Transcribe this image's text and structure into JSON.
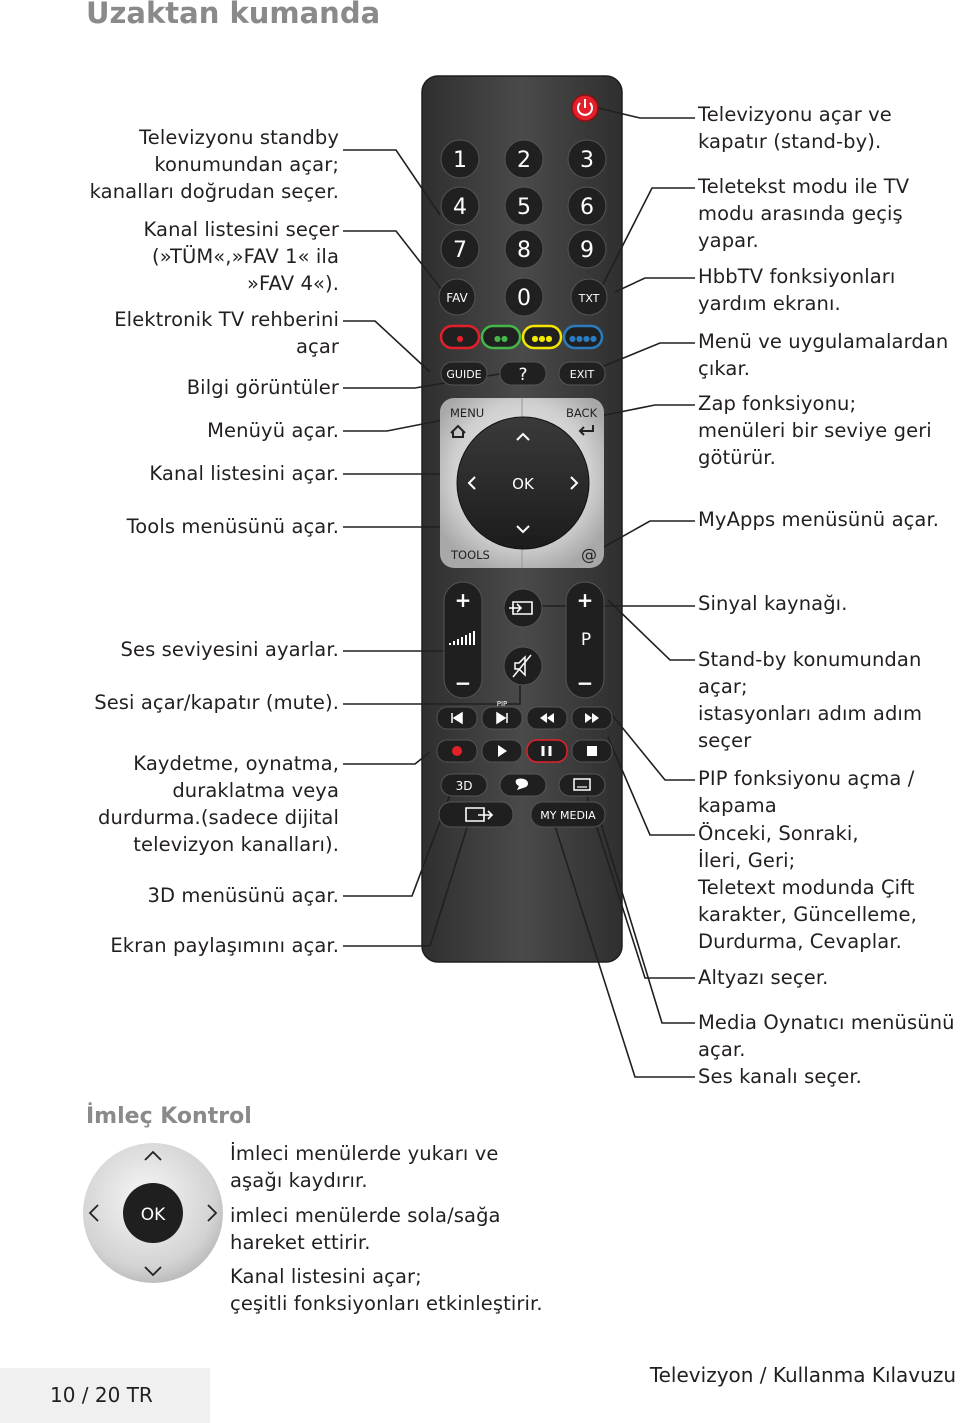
{
  "page_title": "Uzaktan kumanda",
  "left_annotations": [
    {
      "lines": [
        "Televizyonu standby",
        "konumundan açar;",
        "kanalları doğrudan seçer."
      ]
    },
    {
      "lines": [
        "Kanal listesini seçer",
        "(»TÜM«,»FAV 1« ila",
        "»FAV 4«)."
      ]
    },
    {
      "lines": [
        "Elektronik TV rehberini",
        "açar"
      ]
    },
    {
      "lines": [
        "Bilgi görüntüler"
      ]
    },
    {
      "lines": [
        "Menüyü açar."
      ]
    },
    {
      "lines": [
        "Kanal listesini açar."
      ]
    },
    {
      "lines": [
        "Tools menüsünü açar."
      ]
    },
    {
      "lines": [
        "Ses seviyesini ayarlar."
      ]
    },
    {
      "lines": [
        "Sesi açar/kapatır (mute)."
      ]
    },
    {
      "lines": [
        "Kaydetme, oynatma,",
        "duraklatma veya",
        "durdurma.(sadece dijital",
        "televizyon kanalları)."
      ]
    },
    {
      "lines": [
        "3D menüsünü açar."
      ]
    },
    {
      "lines": [
        "Ekran paylaşımını açar."
      ]
    }
  ],
  "right_annotations": [
    {
      "lines": [
        "Televizyonu açar ve",
        "kapatır (stand-by)."
      ]
    },
    {
      "lines": [
        "Teletekst modu ile TV",
        "modu arasında geçiş",
        "yapar."
      ]
    },
    {
      "lines": [
        "HbbTV fonksiyonları",
        "yardım ekranı."
      ]
    },
    {
      "lines": [
        "Menü ve uygulamalardan",
        "çıkar."
      ]
    },
    {
      "lines": [
        "Zap fonksiyonu;",
        "menüleri bir seviye geri",
        "götürür."
      ]
    },
    {
      "lines": [
        "MyApps menüsünü açar."
      ]
    },
    {
      "lines": [
        "Sinyal kaynağı."
      ]
    },
    {
      "lines": [
        "Stand-by konumundan",
        "açar;",
        "istasyonları adım adım",
        "seçer"
      ]
    },
    {
      "lines": [
        "PIP fonksiyonu açma /",
        "kapama"
      ]
    },
    {
      "lines": [
        "Önceki, Sonraki,",
        "İleri, Geri;",
        "Teletext modunda Çift",
        "karakter, Güncelleme,",
        "Durdurma, Cevaplar."
      ]
    },
    {
      "lines": [
        "Altyazı seçer."
      ]
    },
    {
      "lines": [
        "Media Oynatıcı menüsünü",
        "açar.",
        "Ses kanalı seçer."
      ]
    }
  ],
  "remote": {
    "digits": [
      "1",
      "2",
      "3",
      "4",
      "5",
      "6",
      "7",
      "8",
      "9",
      "0"
    ],
    "fav": "FAV",
    "txt": "TXT",
    "guide": "GUIDE",
    "info": "?",
    "exit": "EXIT",
    "menu": "MENU",
    "back": "BACK",
    "ok": "OK",
    "tools": "TOOLS",
    "at": "@",
    "plus": "+",
    "minus": "−",
    "p": "P",
    "pip": "PIP",
    "three_d": "3D",
    "my_media": "MY MEDIA",
    "color_keys": [
      {
        "name": "red",
        "color": "#e3202a",
        "dots": "●"
      },
      {
        "name": "green",
        "color": "#45b649",
        "dots": "●●"
      },
      {
        "name": "yellow",
        "color": "#f2e500",
        "dots": "●●●"
      },
      {
        "name": "blue",
        "color": "#2a7bc0",
        "dots": "●●●●"
      }
    ],
    "power_color": "#e3202a",
    "body_color": "#3f3f3f"
  },
  "cursor_control": {
    "title": "İmleç Kontrol",
    "ok": "OK",
    "descriptions": [
      {
        "lines": [
          "İmleci menülerde yukarı ve",
          "aşağı kaydırır."
        ]
      },
      {
        "lines": [
          "imleci menülerde sola/sağa",
          "hareket ettirir."
        ]
      },
      {
        "lines": [
          "Kanal listesini açar;",
          "çeşitli fonksiyonları etkinleştirir."
        ]
      }
    ]
  },
  "footer": {
    "page": "10 / 20  TR",
    "manual": "Televizyon / Kullanma Kılavuzu"
  }
}
